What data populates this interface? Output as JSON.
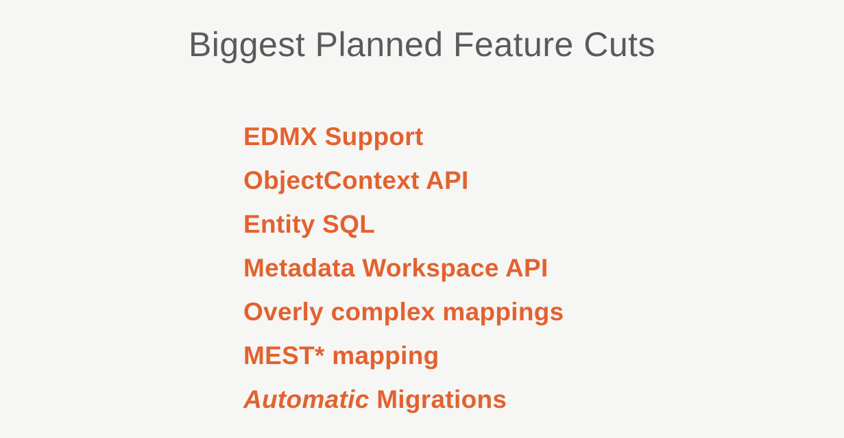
{
  "slide": {
    "title": "Biggest Planned Feature Cuts",
    "accent_color": "#e2622f",
    "title_color": "#5a5a5a",
    "items": [
      {
        "text": "EDMX Support"
      },
      {
        "text": "ObjectContext API"
      },
      {
        "text": "Entity SQL"
      },
      {
        "text": "Metadata Workspace API"
      },
      {
        "text": "Overly complex mappings"
      },
      {
        "text": "MEST* mapping"
      },
      {
        "italic": "Automatic",
        "text": " Migrations"
      }
    ]
  }
}
